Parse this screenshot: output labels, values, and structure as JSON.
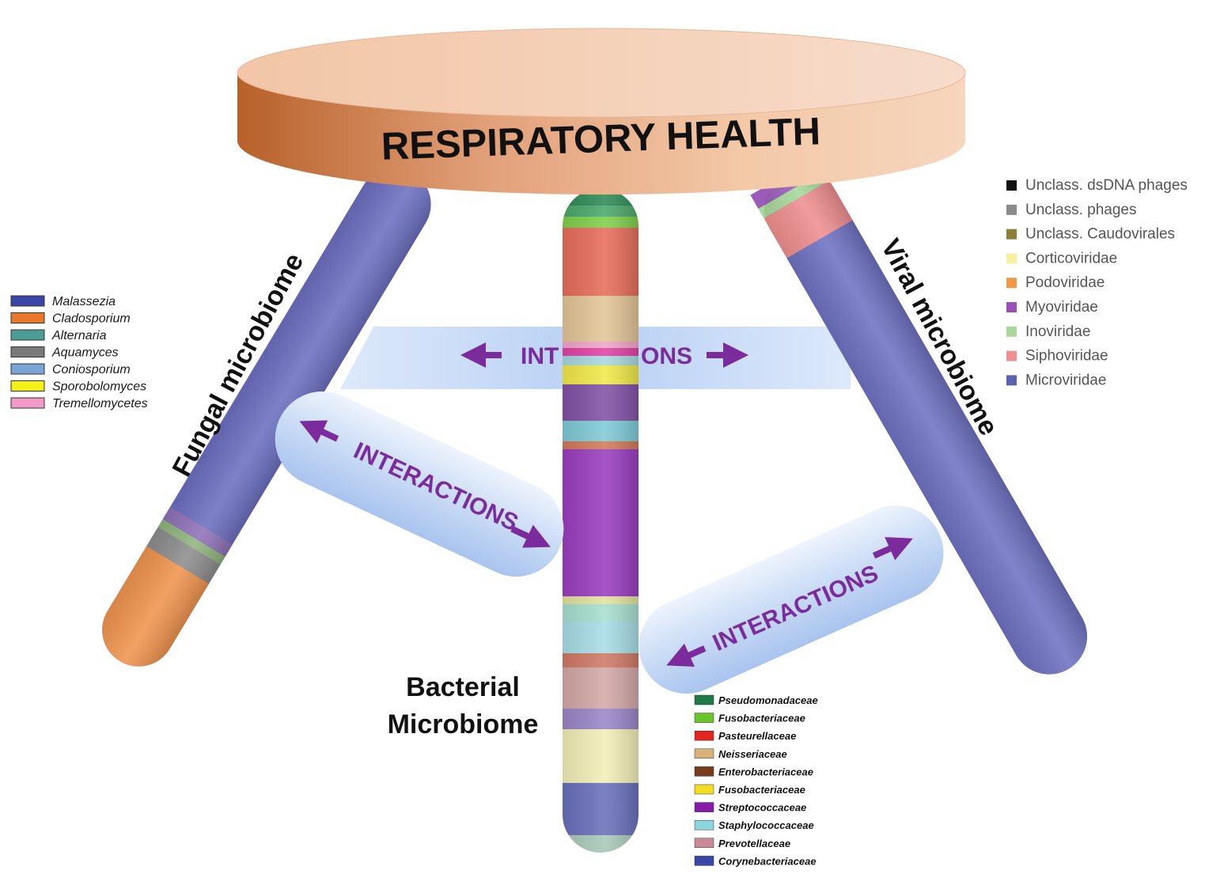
{
  "title": "RESPIRATORY HEALTH",
  "legs": {
    "fungal": "Fungal microbiome",
    "viral": "Viral microbiome",
    "bacterial_line1": "Bacterial",
    "bacterial_line2": "Microbiome"
  },
  "interactions": {
    "top": "INTERACTIONS",
    "left": "INTERACTIONS",
    "right": "INTERACTIONS"
  },
  "fungal_legend": [
    {
      "label": "Malassezia",
      "color": "#3a47a8"
    },
    {
      "label": "Cladosporium",
      "color": "#e8782a"
    },
    {
      "label": "Alternaria",
      "color": "#4a9e94"
    },
    {
      "label": "Aquamyces",
      "color": "#7a7a7a"
    },
    {
      "label": "Coniosporium",
      "color": "#7aa3d6"
    },
    {
      "label": "Sporobolomyces",
      "color": "#f2f21a"
    },
    {
      "label": "Tremellomycetes",
      "color": "#f29ac6"
    }
  ],
  "viral_legend": [
    {
      "label": "Unclass. dsDNA phages",
      "color": "#111111"
    },
    {
      "label": "Unclass. phages",
      "color": "#8a8a8a"
    },
    {
      "label": "Unclass. Caudovirales",
      "color": "#8d7e3a"
    },
    {
      "label": "Corticoviridae",
      "color": "#f6f0a0"
    },
    {
      "label": "Podoviridae",
      "color": "#f09a48"
    },
    {
      "label": "Myoviridae",
      "color": "#9b4fb8"
    },
    {
      "label": "Inoviridae",
      "color": "#a8d89a"
    },
    {
      "label": "Siphoviridae",
      "color": "#ef8f8f"
    },
    {
      "label": "Microviridae",
      "color": "#5a63b0"
    }
  ],
  "bacterial_legend": [
    {
      "label": "Pseudomonadaceae",
      "color": "#1f7a45"
    },
    {
      "label": "Fusobacteriaceae",
      "color": "#6ac42a"
    },
    {
      "label": "Pasteurellaceae",
      "color": "#e2261f"
    },
    {
      "label": "Neisseriaceae",
      "color": "#d9b27a"
    },
    {
      "label": "Enterobacteriaceae",
      "color": "#7a3a1c"
    },
    {
      "label": "Fusobacteriaceae",
      "color": "#f2dd22"
    },
    {
      "label": "Streptococcaceae",
      "color": "#8a1aa8"
    },
    {
      "label": "Staphylococcaceae",
      "color": "#8ed5e0"
    },
    {
      "label": "Prevotellaceae",
      "color": "#c98a98"
    },
    {
      "label": "Corynebacteriaceae",
      "color": "#3a47a8"
    }
  ]
}
